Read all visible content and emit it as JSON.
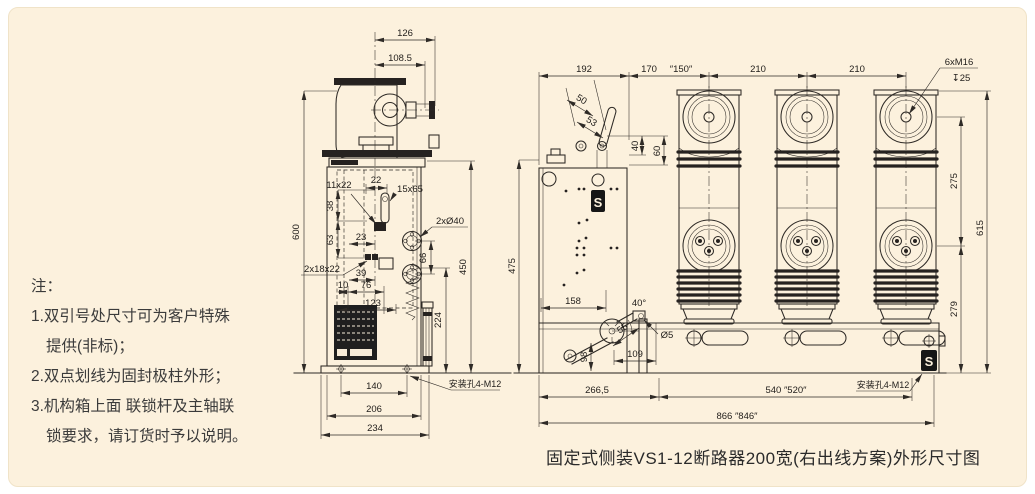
{
  "notes": {
    "title": "注：",
    "lines": [
      "1.双引号处尺寸可为客户特殊",
      "提供(非标)；",
      "2.双点划线为固封极柱外形；",
      "3.机构箱上面 联锁杆及主轴联",
      "锁要求，请订货时予以说明。"
    ]
  },
  "caption": "固定式侧装VS1-12断路器200宽(右出线方案)外形尺寸图",
  "brand_mark": "S",
  "colors": {
    "sheet": "#fcf1dd",
    "line": "#2e2a26"
  },
  "side_view": {
    "dims": {
      "w126": "126",
      "w108_5": "108.5",
      "h600": "600",
      "h450": "450",
      "h224": "224",
      "d22": "22",
      "s11x22": "11x22",
      "s15x65": "15x65",
      "d38": "38",
      "d63": "63",
      "d23": "23",
      "holes40": "2xØ40",
      "d66": "66",
      "s2x18x22": "2x18x22",
      "d39": "39",
      "d10": "10",
      "d76": "76",
      "d123": "123",
      "w140": "140",
      "w206": "206",
      "w234": "234",
      "mount": "安装孔4-M12"
    }
  },
  "front_view": {
    "dims": {
      "w192": "192",
      "w170": "170",
      "w150": "″150″",
      "w210a": "210",
      "w210b": "210",
      "bolts": "6xM16",
      "depth": "↧25",
      "d50": "50",
      "d53": "53",
      "d40": "40",
      "d60": "60",
      "h475": "475",
      "w158": "158",
      "a40": "40°",
      "d55": "55",
      "hole5": "Ø5",
      "d98": "98",
      "w109": "109",
      "w266": "266,5",
      "w540": "540 ″520″",
      "w866": "866 ″846″",
      "mount": "安装孔4-M12",
      "h275": "275",
      "h615": "615",
      "h279": "279"
    }
  }
}
